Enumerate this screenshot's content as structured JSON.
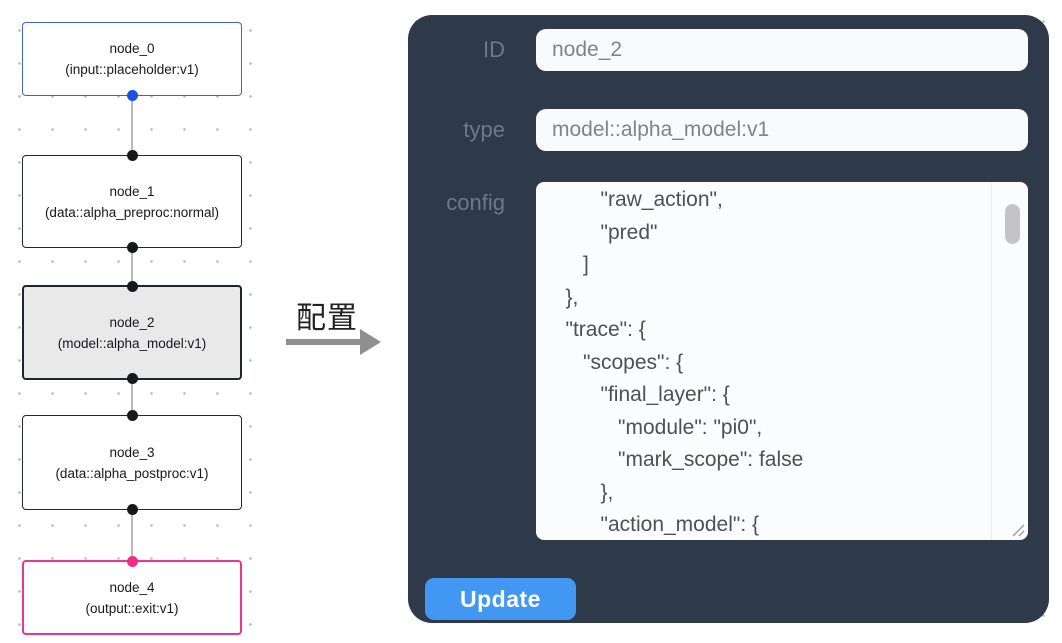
{
  "flow": {
    "nodes": [
      {
        "title": "node_0",
        "subtitle": "(input::placeholder:v1)"
      },
      {
        "title": "node_1",
        "subtitle": "(data::alpha_preproc:normal)"
      },
      {
        "title": "node_2",
        "subtitle": "(model::alpha_model:v1)"
      },
      {
        "title": "node_3",
        "subtitle": "(data::alpha_postproc:v1)"
      },
      {
        "title": "node_4",
        "subtitle": "(output::exit:v1)"
      }
    ]
  },
  "connector": {
    "label": "配置"
  },
  "panel": {
    "id_label": "ID",
    "id_value": "node_2",
    "type_label": "type",
    "type_value": "model::alpha_model:v1",
    "config_label": "config",
    "config_lines": [
      "         \"raw_action\",",
      "         \"pred\"",
      "      ]",
      "   },",
      "   \"trace\": {",
      "      \"scopes\": {",
      "         \"final_layer\": {",
      "            \"module\": \"pi0\",",
      "            \"mark_scope\": false",
      "         },",
      "         \"action_model\": {"
    ],
    "update_label": "Update"
  },
  "colors": {
    "panel_bg": "#2e3a4a",
    "button_blue": "#4197f2",
    "input_node_border": "#3d64c6",
    "input_node_handle": "#1c50e2",
    "output_node_border": "#ed3492",
    "output_node_handle": "#ee2d8a",
    "selected_node_bg": "#e9e9ea",
    "default_node_border": "#232730",
    "edge_gray": "#b9b9be"
  }
}
